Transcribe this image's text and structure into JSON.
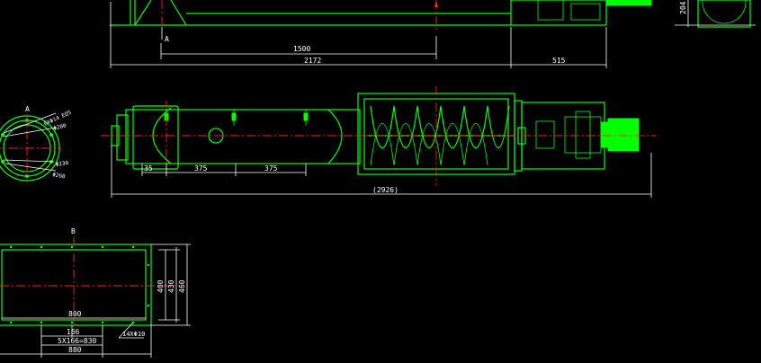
{
  "top_view": {
    "section_marker": "A",
    "dims": {
      "d1500": "1500",
      "d2172": "2172",
      "d515": "515",
      "d204": "204"
    }
  },
  "front_view": {
    "dims": {
      "d35": "35",
      "d375a": "375",
      "d375b": "375",
      "d2926": "(2926)"
    }
  },
  "section_a": {
    "label": "A",
    "notes": {
      "bolt": "6XΦ14 EQS",
      "d1": "Φ200",
      "d2": "Φ230",
      "d3": "Φ260"
    }
  },
  "section_b": {
    "label": "B",
    "dims": {
      "w800": "800",
      "h400": "400",
      "h430": "430",
      "h460": "460",
      "p166": "166",
      "pitch": "5X166=830",
      "w880": "880",
      "holes": "14XΦ10"
    }
  },
  "colors": {
    "body": "#00ff00",
    "center": "#ff2020",
    "dim": "#ffffff"
  }
}
